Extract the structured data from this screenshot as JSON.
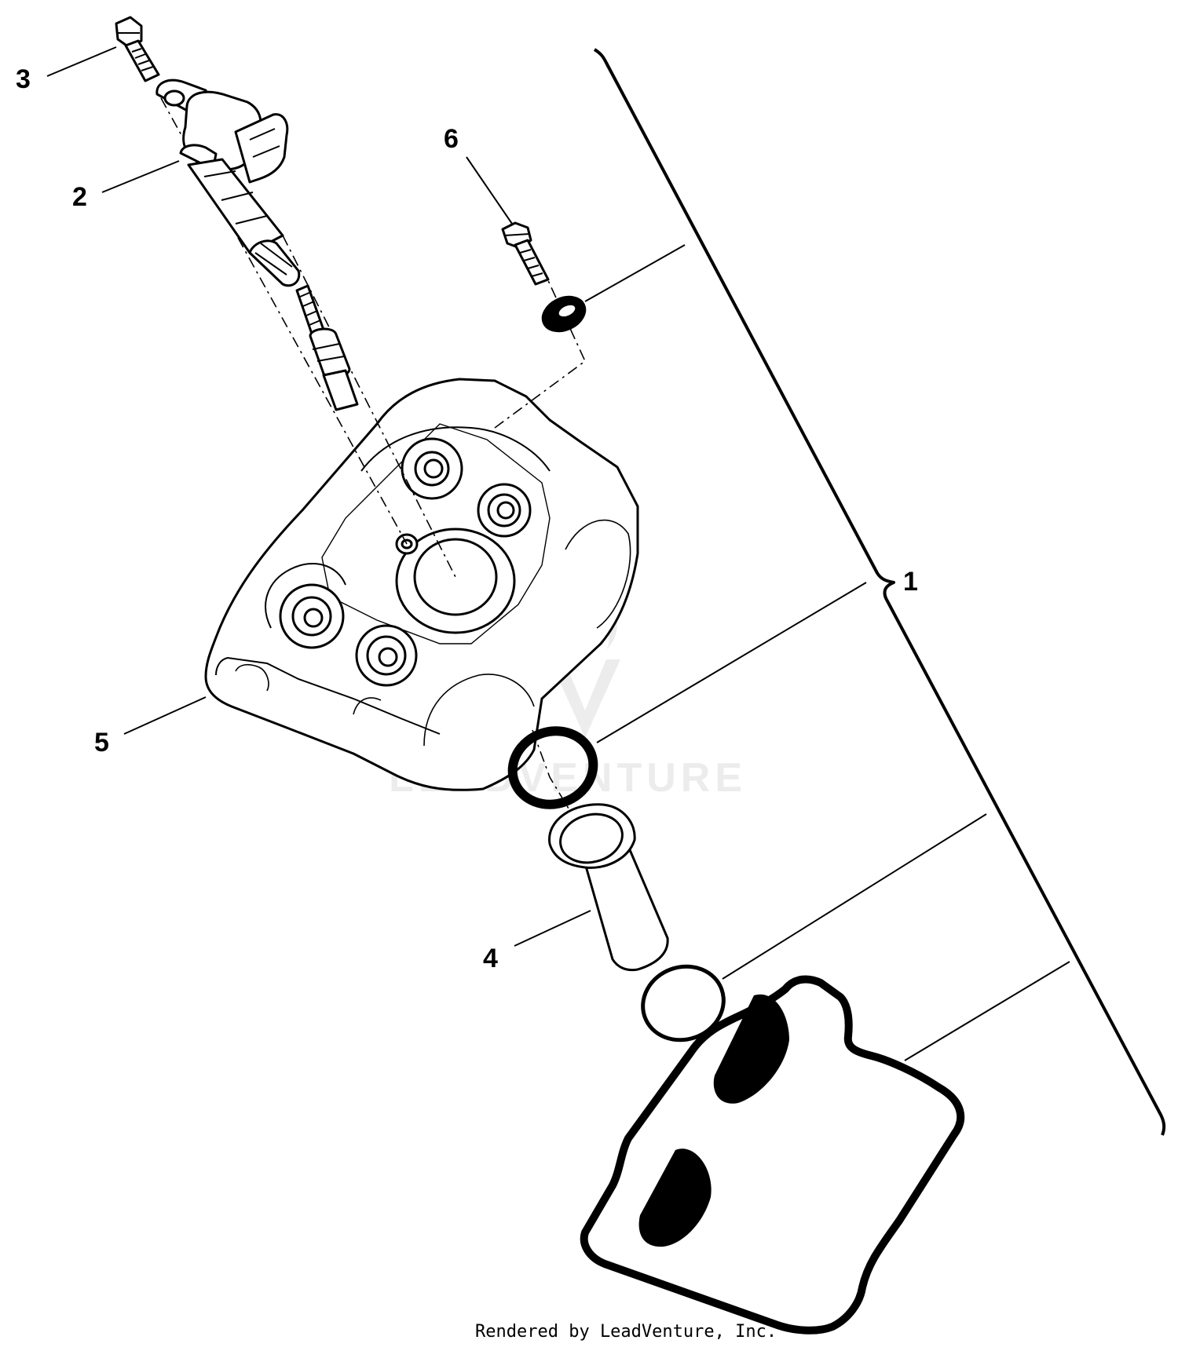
{
  "callouts": {
    "part_1": "1",
    "part_2": "2",
    "part_3": "3",
    "part_4": "4",
    "part_5": "5",
    "part_6": "6"
  },
  "watermark": {
    "text": "LEADVENTURE"
  },
  "footer": {
    "text": "Rendered by LeadVenture, Inc."
  }
}
